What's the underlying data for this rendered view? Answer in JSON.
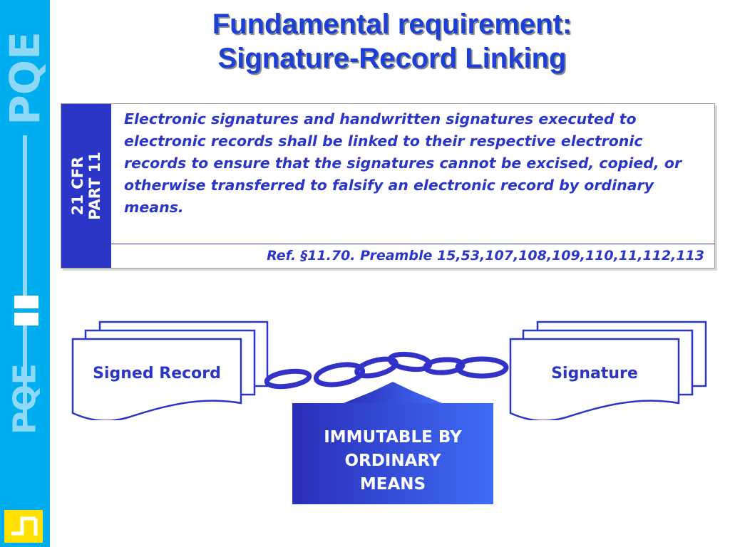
{
  "sidebar": {
    "brand_letters": "PQE",
    "logo_letters": "PQE"
  },
  "title": {
    "line1": "Fundamental requirement:",
    "line2": "Signature-Record Linking"
  },
  "regulation": {
    "label_line1": "21 CFR",
    "label_line2": "PART 11",
    "quote": "Electronic signatures and handwritten signatures executed to electronic records shall be linked to their respective electronic records to ensure that the signatures cannot be excised, copied, or otherwise transferred to falsify an electronic record by ordinary means.",
    "reference": "Ref. §11.70.  Preamble 15,53,107,108,109,110,11,112,113"
  },
  "diagram": {
    "left_document": "Signed Record",
    "right_document": "Signature",
    "arrow_line1": "IMMUTABLE BY",
    "arrow_line2": "ORDINARY",
    "arrow_line3": "MEANS"
  },
  "colors": {
    "accent_blue": "#2b36c7",
    "side_band": "#00aeef",
    "logo_yellow": "#ffe000"
  }
}
